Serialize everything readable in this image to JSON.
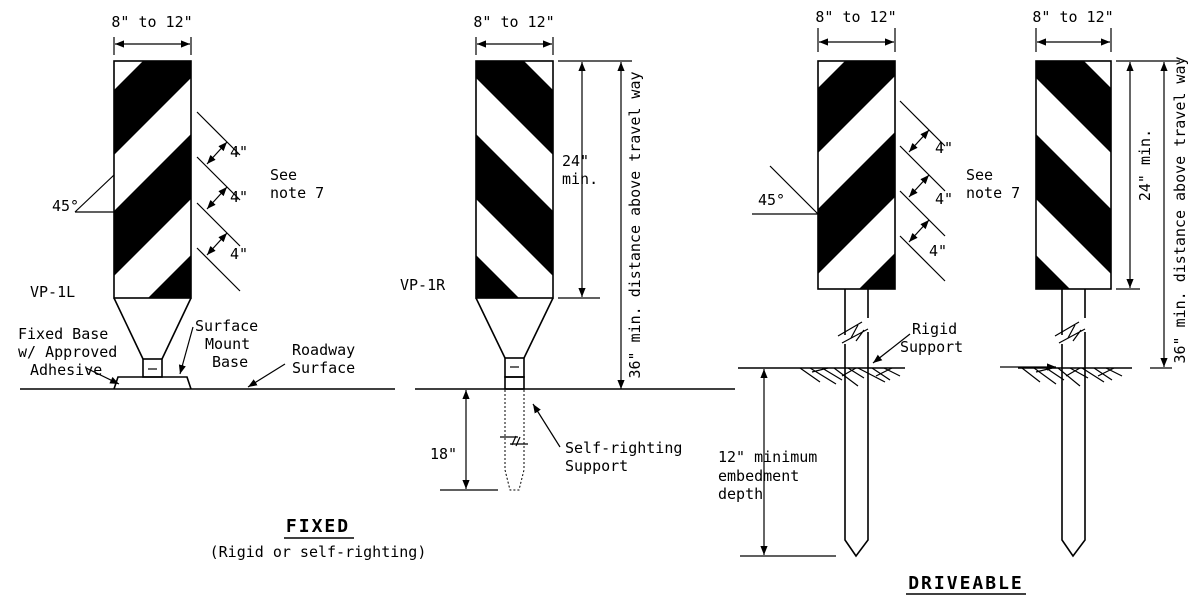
{
  "fixed": {
    "title": "FIXED",
    "subtitle": "(Rigid or self-righting)",
    "left_panel": {
      "width_label": "8\" to 12\"",
      "name": "VP-1L",
      "angle": "45°",
      "stripe_gap_1": "4\"",
      "stripe_gap_2": "4\"",
      "stripe_gap_3": "4\"",
      "note_line1": "See",
      "note_line2": "note 7",
      "fixed_base_line1": "Fixed Base",
      "fixed_base_line2": "w/ Approved",
      "fixed_base_line3": "Adhesive",
      "surface_mount_line1": "Surface",
      "surface_mount_line2": "Mount",
      "surface_mount_line3": "Base",
      "roadway_line1": "Roadway",
      "roadway_line2": "Surface"
    },
    "right_panel": {
      "width_label": "8\" to 12\"",
      "name": "VP-1R",
      "height_line1": "24\"",
      "height_line2": "min.",
      "distance_label": "36\" min. distance above travel way",
      "depth_label": "18\"",
      "support_line1": "Self-righting",
      "support_line2": "Support"
    }
  },
  "driveable": {
    "title": "DRIVEABLE",
    "left_panel": {
      "width_label": "8\" to 12\"",
      "angle": "45°",
      "stripe_gap_1": "4\"",
      "stripe_gap_2": "4\"",
      "stripe_gap_3": "4\"",
      "note_line1": "See",
      "note_line2": "note 7",
      "rigid_line1": "Rigid",
      "rigid_line2": "Support",
      "embed_line1": "12\" minimum",
      "embed_line2": "embedment",
      "embed_line3": "depth"
    },
    "right_panel": {
      "width_label": "8\" to 12\"",
      "height_label": "24\" min.",
      "distance_label": "36\" min. distance above travel way"
    }
  }
}
